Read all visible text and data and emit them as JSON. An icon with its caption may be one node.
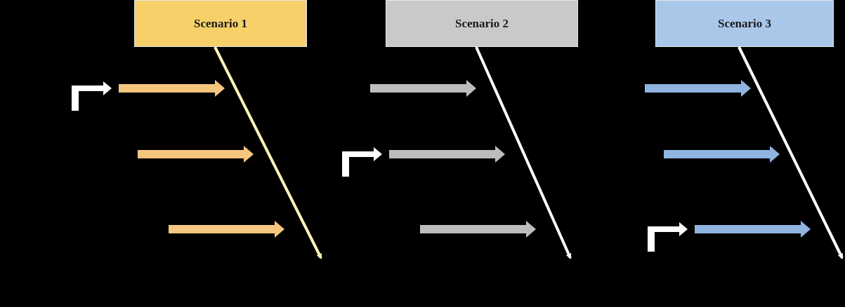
{
  "diagram": {
    "nodes": [
      {
        "text": [
          "Scenario 1"
        ]
      },
      {
        "text": [
          "Scenario 2"
        ]
      },
      {
        "text": [
          "Scenario 3"
        ]
      }
    ],
    "edges": [
      {
        "from": 0,
        "to": null,
        "arrow": "to",
        "color": "#fff3b8"
      },
      {
        "from": 1,
        "to": null,
        "arrow": "to"
      },
      {
        "from": 2,
        "to": null,
        "arrow": "to"
      }
    ]
  }
}
